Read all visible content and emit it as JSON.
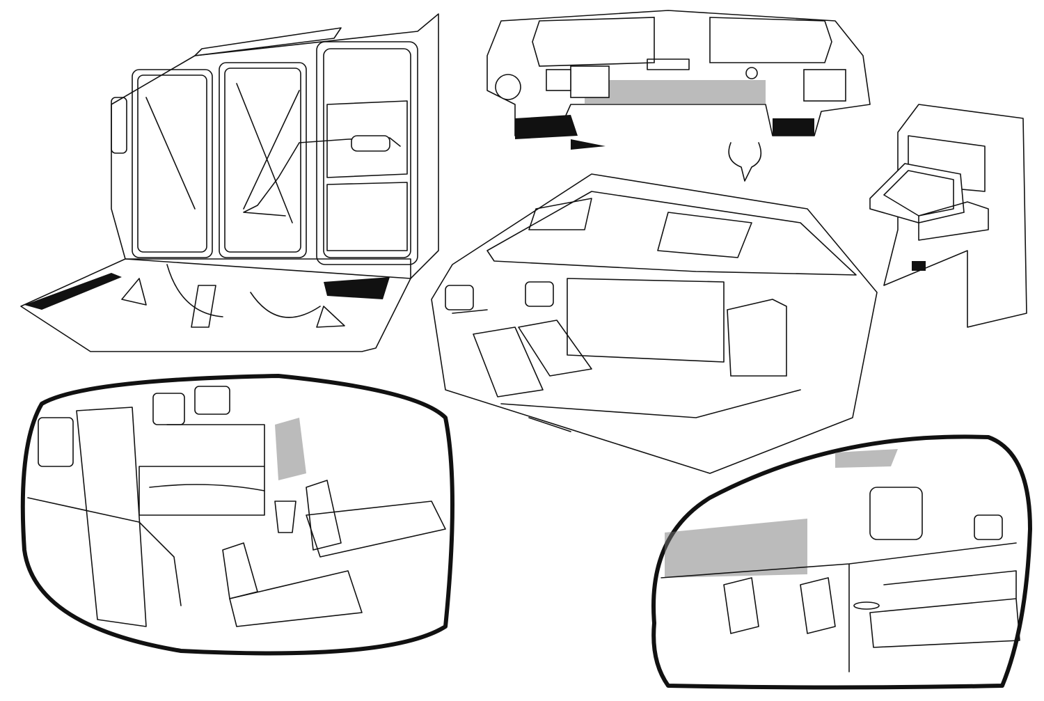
{
  "artwork": {
    "ink_color": "#111111",
    "paper_color": "#ffffff",
    "panels": [
      "glass-booth-with-robot-arm",
      "cockpit-dashboard",
      "control-console",
      "cabin-interior-with-seats",
      "lounge-cabin-oval-frame",
      "passenger-cabin-oval-frame"
    ]
  }
}
